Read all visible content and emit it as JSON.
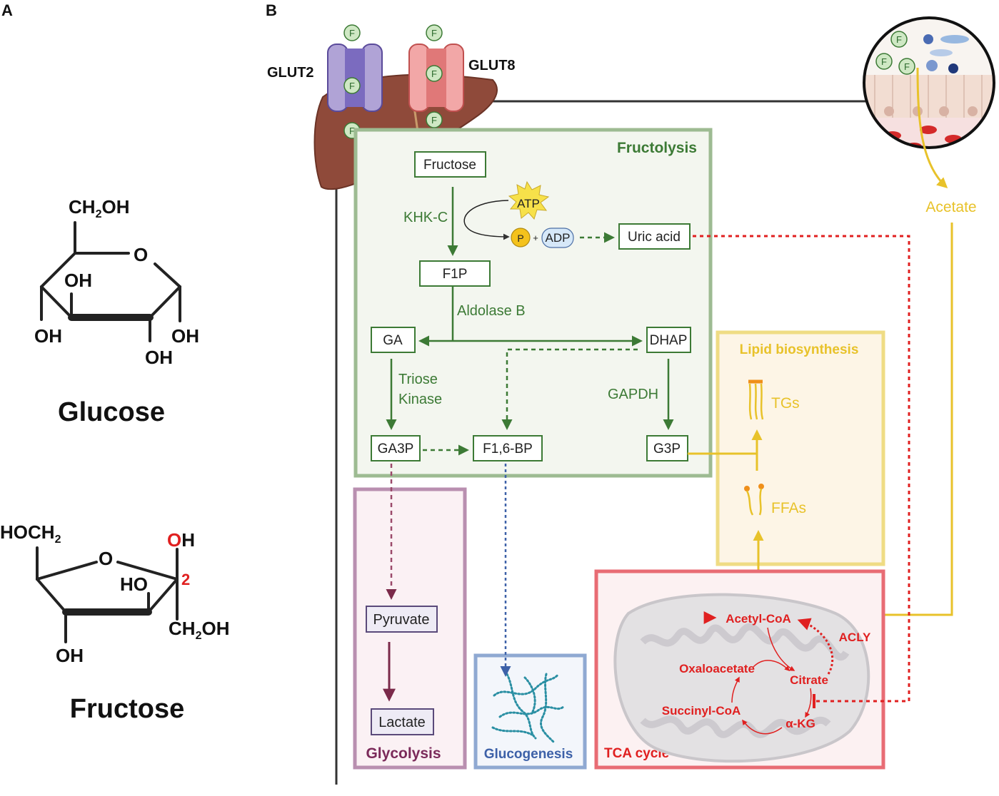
{
  "panel_a": {
    "label": "A",
    "glucose": {
      "name": "Glucose",
      "ch2oh_main": "CH",
      "ch2oh_sub": "2",
      "ch2oh_tail": "OH",
      "ring_o": "O",
      "oh_upper": "OH",
      "oh_left": "OH",
      "oh_right": "OH",
      "oh_bottom": "OH"
    },
    "fructose": {
      "name": "Fructose",
      "hoch2_main": "HOCH",
      "hoch2_sub": "2",
      "ring_o": "O",
      "oh_top_o": "O",
      "oh_top_h": "H",
      "carbon_number": "2",
      "ho_mid": "HO",
      "ch2oh_main": "CH",
      "ch2oh_sub": "2",
      "ch2oh_tail": "OH",
      "oh_bottom": "OH"
    },
    "colors": {
      "highlight": "#e02020",
      "bond": "#222222"
    }
  },
  "panel_b": {
    "label": "B",
    "transporters": {
      "glut2": "GLUT2",
      "glut8": "GLUT8",
      "fructose_symbol": "F"
    },
    "fructolysis": {
      "title": "Fructolysis",
      "fructose": "Fructose",
      "khk": "KHK-C",
      "atp": "ATP",
      "p": "P",
      "plus": "+",
      "adp": "ADP",
      "uric_acid": "Uric acid",
      "f1p": "F1P",
      "aldolase": "Aldolase B",
      "ga": "GA",
      "dhap": "DHAP",
      "triose_1": "Triose",
      "triose_2": "Kinase",
      "gapdh": "GAPDH",
      "ga3p": "GA3P",
      "f16bp": "F1,6-BP",
      "g3p": "G3P"
    },
    "lipid": {
      "title": "Lipid biosynthesis",
      "tgs": "TGs",
      "ffas": "FFAs"
    },
    "gut": {
      "acetate": "Acetate"
    },
    "glycolysis": {
      "title": "Glycolysis",
      "pyruvate": "Pyruvate",
      "lactate": "Lactate"
    },
    "glucogenesis": {
      "title": "Glucogenesis"
    },
    "tca": {
      "title": "TCA cycle",
      "acetyl_coa": "Acetyl-CoA",
      "acly": "ACLY",
      "oxaloacetate": "Oxaloacetate",
      "citrate": "Citrate",
      "succinyl_coa": "Succinyl-CoA",
      "akg": "α-KG"
    },
    "colors": {
      "green": "#3c7a35",
      "green_box_fill": "#f3f6ef",
      "green_border": "#9dbb92",
      "yellow": "#e8c22a",
      "yellow_border": "#efdc84",
      "purple": "#7b2a5a",
      "purple_border": "#b98fb0",
      "blue": "#3d61a8",
      "blue_border": "#8fa9d2",
      "red": "#e02020",
      "red_border": "#e86c74",
      "teal": "#2a8fa3"
    }
  }
}
